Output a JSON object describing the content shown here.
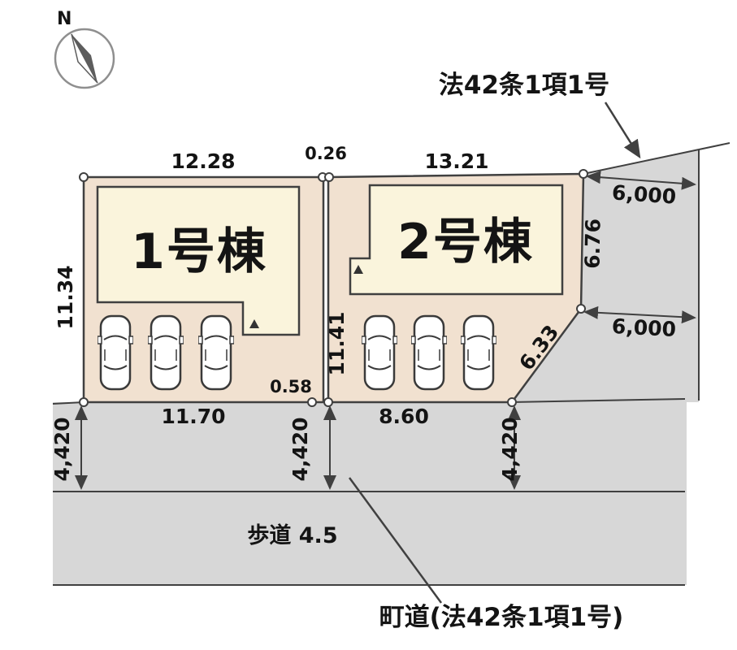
{
  "title": "区画図 (site plan)",
  "compass": {
    "label": "N"
  },
  "legal": {
    "road_designation": "法42条1項1号",
    "town_road": "町道(法42条1項1号)"
  },
  "roads": {
    "sidewalk_label": "歩道 4.5"
  },
  "buildings": [
    {
      "label": "1号棟"
    },
    {
      "label": "2号棟"
    }
  ],
  "dims": {
    "lot1_top": "12.28",
    "top_gap": "0.26",
    "lot2_top": "13.21",
    "lot1_left": "11.34",
    "lot_center": "11.41",
    "lot1_bottom_small": "0.58",
    "lot1_bottom": "11.70",
    "lot2_bottom": "8.60",
    "setback_left": "4,420",
    "setback_center": "4,420",
    "setback_right": "4,420",
    "road_width_upper": "6,000",
    "road_width_lower": "6,000",
    "lot2_right": "6.76",
    "lot2_diagonal": "6.33"
  },
  "colors": {
    "lot_fill": "#f1e1d0",
    "building_fill": "#faf4dc",
    "road_fill": "#d7d7d7",
    "line": "#404040",
    "text": "#141414"
  }
}
